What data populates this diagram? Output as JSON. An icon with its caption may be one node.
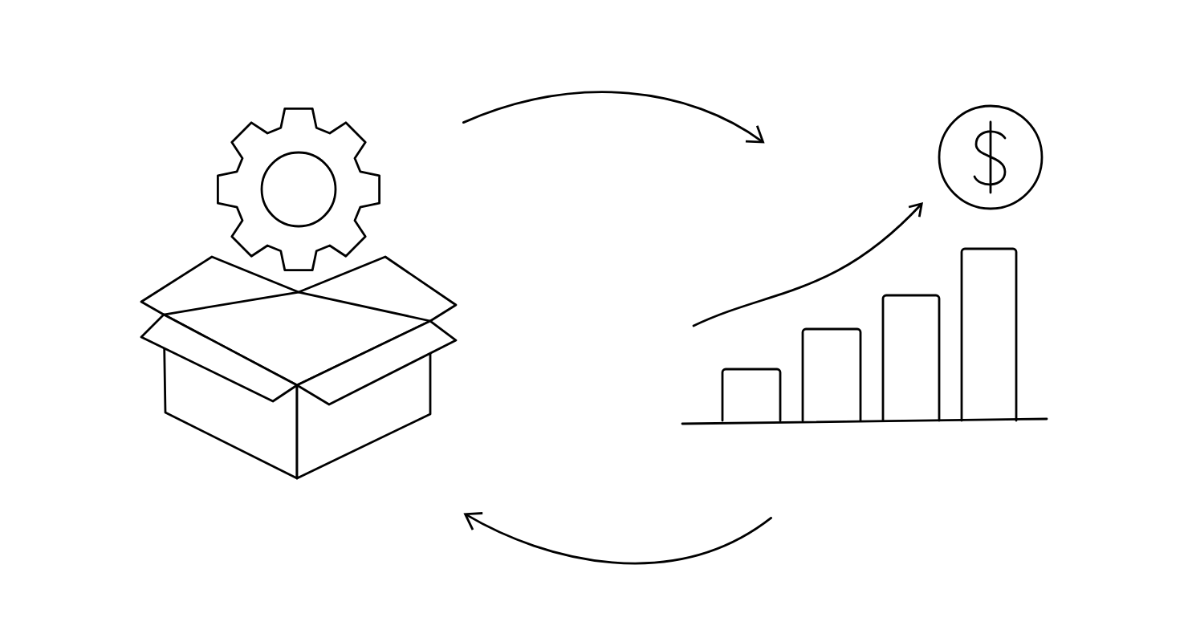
{
  "diagram": {
    "nodes": [
      {
        "text": [],
        "shape": "picture"
      },
      {
        "text": [],
        "shape": "picture"
      }
    ],
    "edges": [
      {
        "from": 0,
        "to": 1,
        "arrow": "to"
      },
      {
        "from": 1,
        "to": 0,
        "arrow": "to"
      }
    ]
  }
}
